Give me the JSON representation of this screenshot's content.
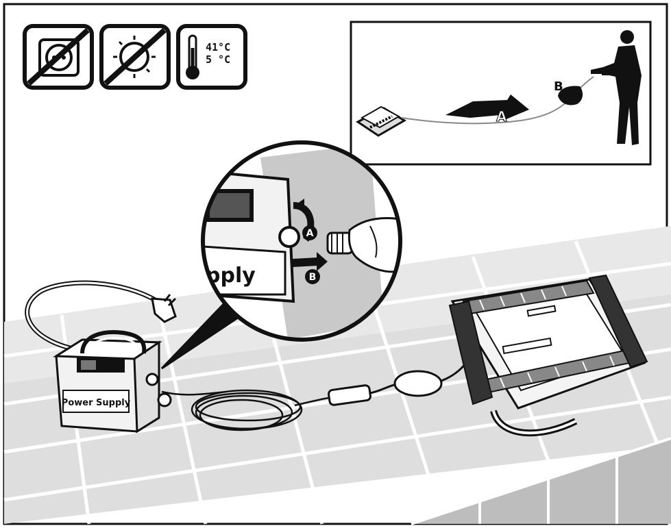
{
  "icons": {
    "no_outlet": "no-outlet-icon",
    "no_sun": "no-sun-icon",
    "thermometer": "thermometer-icon"
  },
  "temperature": {
    "max": "41°C",
    "min": "5 °C"
  },
  "power_supply": {
    "label": "Power Supply",
    "zoom_label_fragment": "pply"
  },
  "callouts": {
    "a": "A",
    "b": "B"
  },
  "inset": {
    "arrow_label": "A",
    "hand_label": "B"
  },
  "colors": {
    "ink": "#111111",
    "tile_light": "#e6e6e6",
    "tile_mid": "#d2d2d2",
    "grout": "#ffffff",
    "device_body": "#f2f2f2",
    "zoom_bg": "#c9c9c9"
  }
}
